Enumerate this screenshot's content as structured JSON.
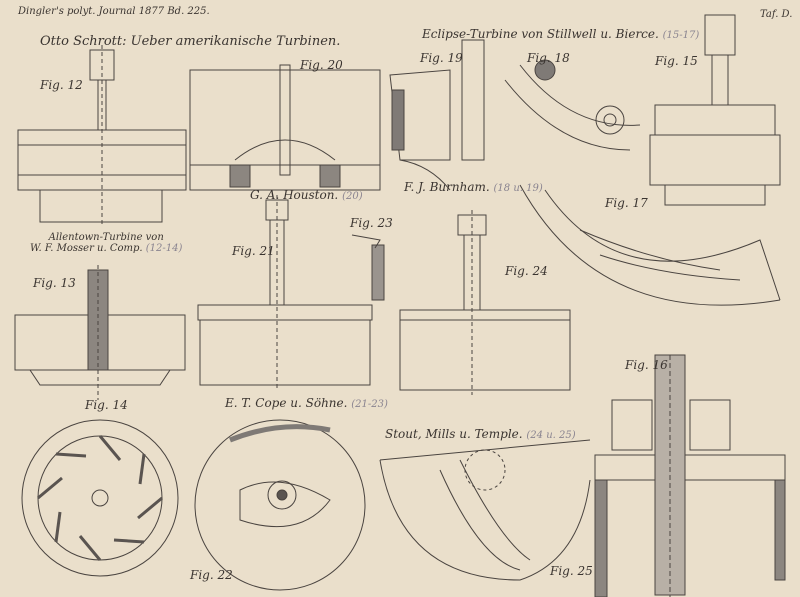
{
  "header": {
    "journal": "Dingler's polyt. Journal 1877 Bd. 225.",
    "plate": "Taf. D."
  },
  "title": "Otto Schrott: Ueber amerikanische Turbinen.",
  "sections": [
    {
      "name": "Eclipse-Turbine von Stillwell u. Bierce.",
      "ref": "(15-17)"
    },
    {
      "name": "G. A. Houston.",
      "ref": "(20)"
    },
    {
      "name": "F. J. Burnham.",
      "ref": "(18 u. 19)"
    },
    {
      "name": "Allentown-Turbine von",
      "name2": "W. F. Mosser u. Comp.",
      "ref": "(12-14)"
    },
    {
      "name": "E. T. Cope u. Söhne.",
      "ref": "(21-23)"
    },
    {
      "name": "Stout, Mills u. Temple.",
      "ref": "(24 u. 25)"
    }
  ],
  "figures": [
    "Fig. 12",
    "Fig. 20",
    "Fig. 19",
    "Fig. 18",
    "Fig. 15",
    "Fig. 17",
    "Fig. 21",
    "Fig. 23",
    "Fig. 24",
    "Fig. 13",
    "Fig. 14",
    "Fig. 22",
    "Fig. 25",
    "Fig. 16"
  ],
  "colors": {
    "paper": "#eadfcb",
    "ink": "#3a3430",
    "ref": "#8a8490"
  }
}
